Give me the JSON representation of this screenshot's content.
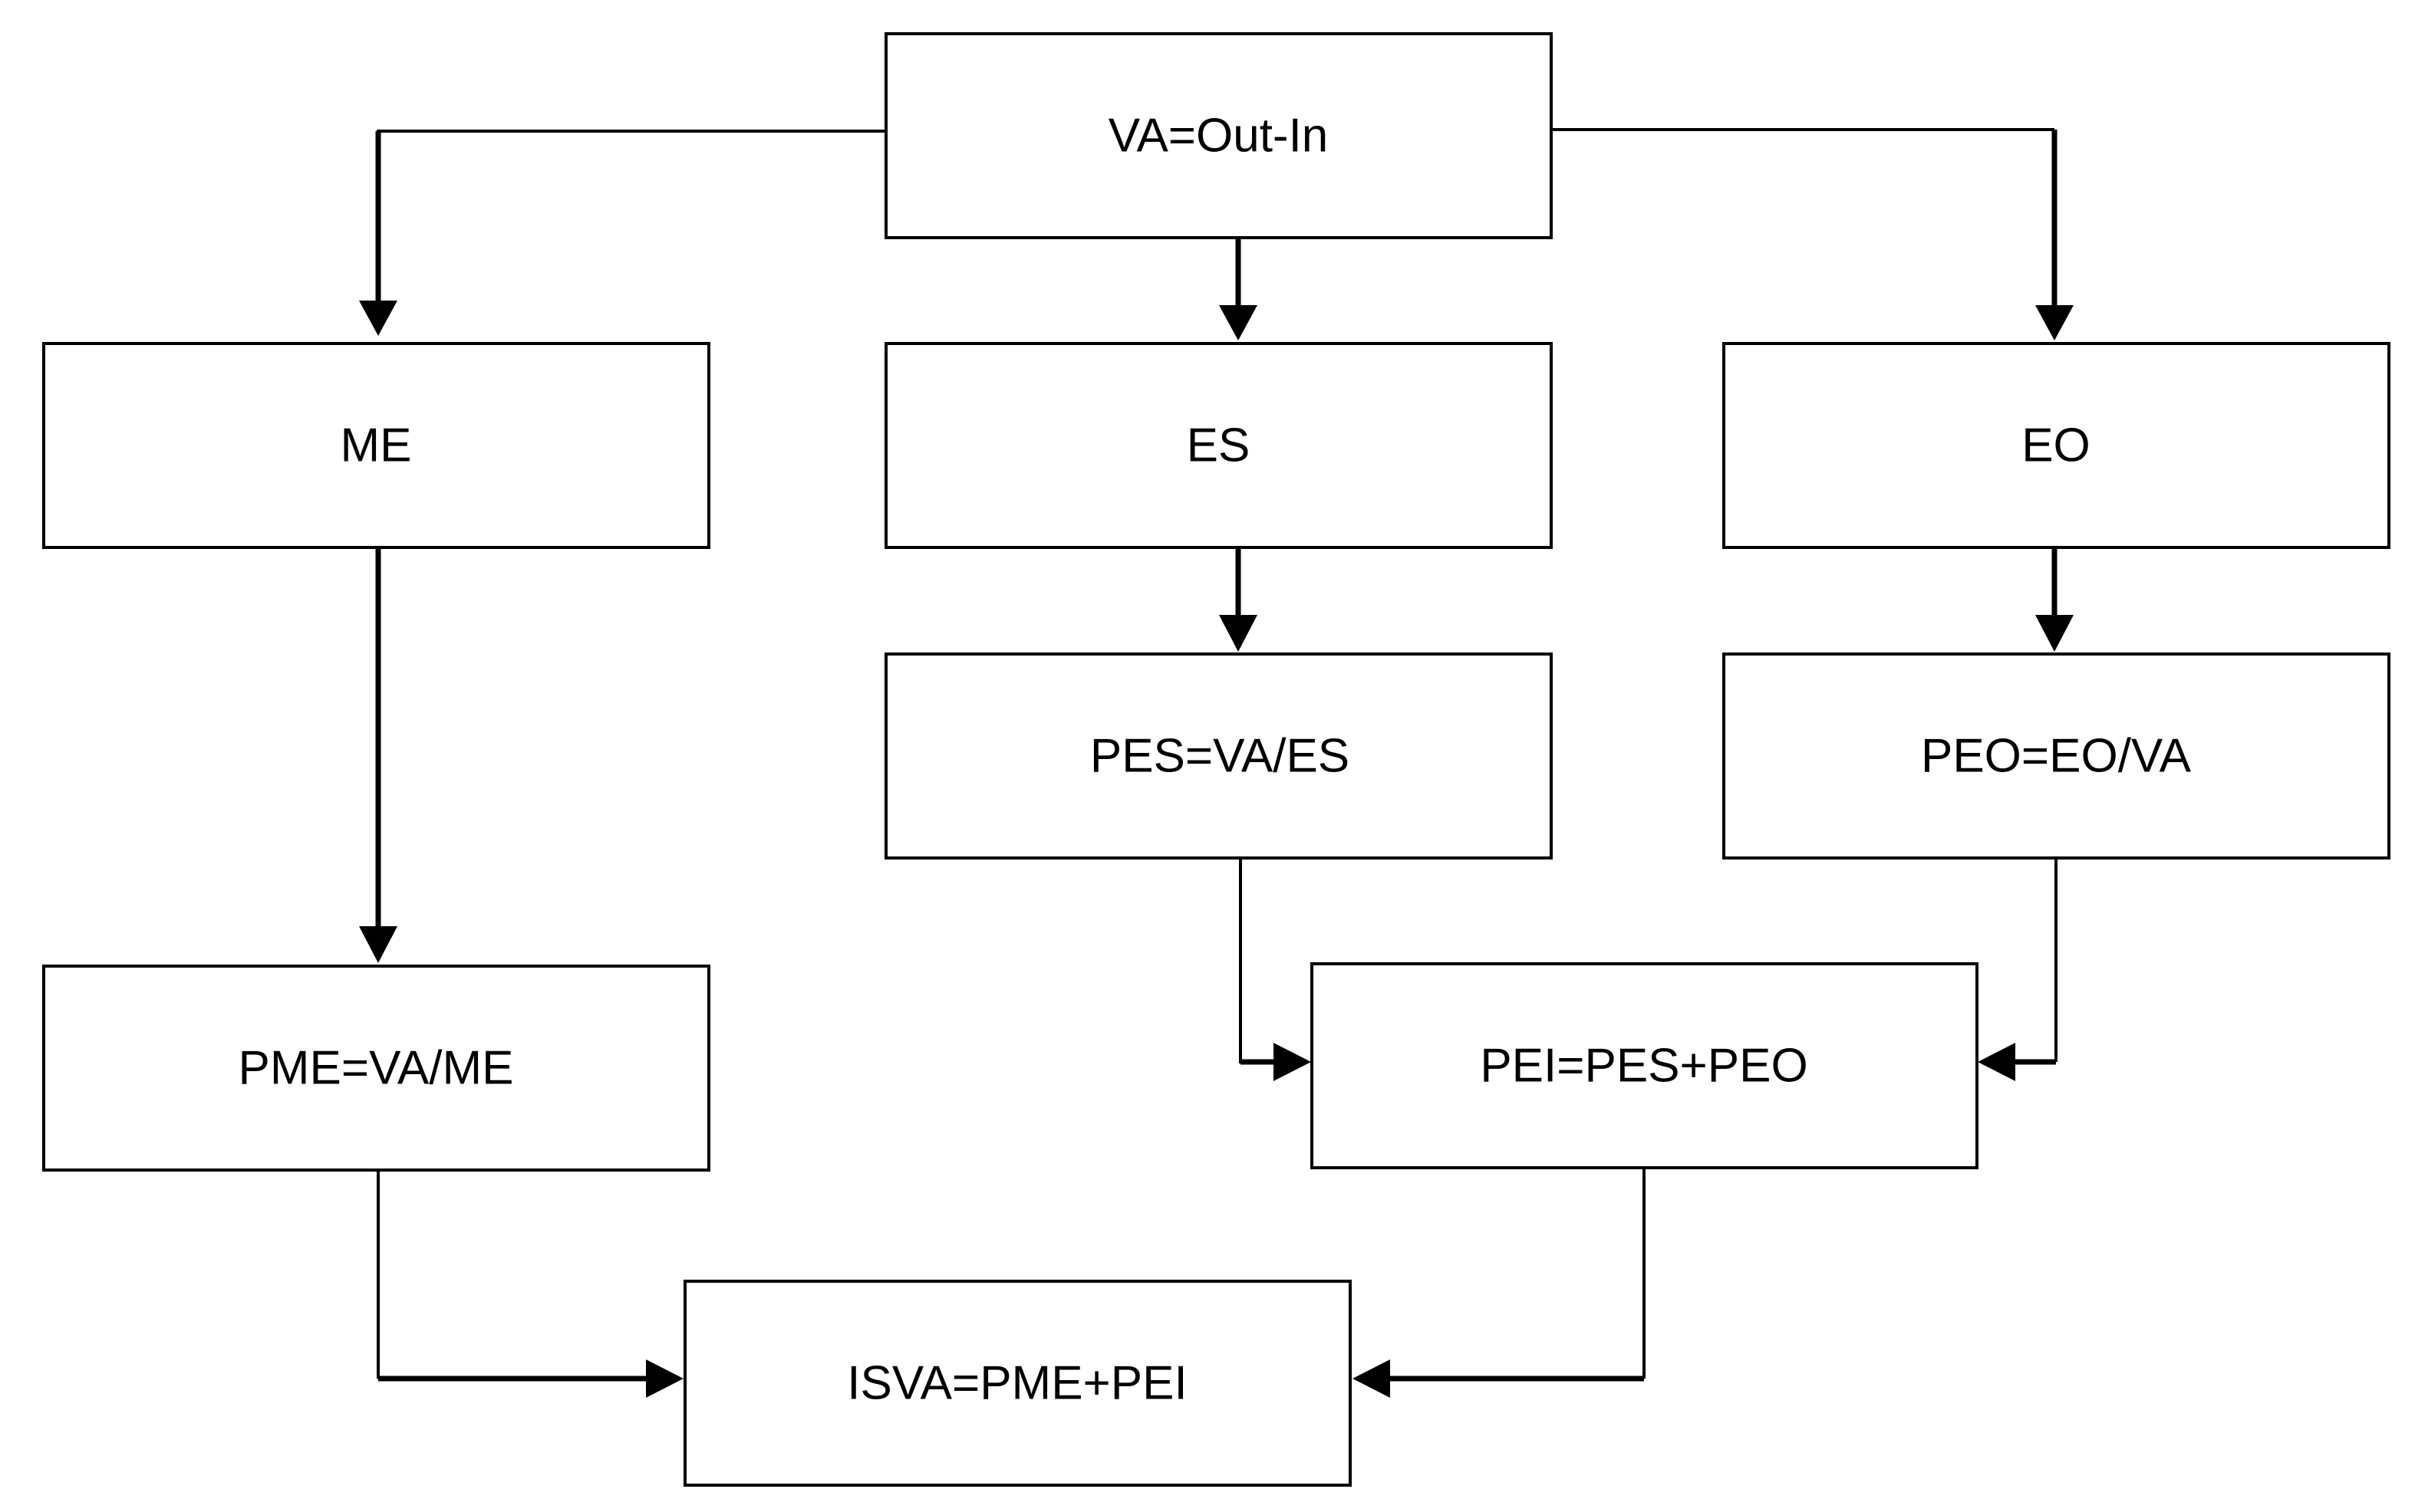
{
  "diagram": {
    "nodes": {
      "va": {
        "label": "VA=Out-In"
      },
      "me": {
        "label": "ME"
      },
      "es": {
        "label": "ES"
      },
      "eo": {
        "label": "EO"
      },
      "pes": {
        "label": "PES=VA/ES"
      },
      "peo": {
        "label": "PEO=EO/VA"
      },
      "pme": {
        "label": "PME=VA/ME"
      },
      "pei": {
        "label": "PEI=PES+PEO"
      },
      "isva": {
        "label": "ISVA=PME+PEI"
      }
    },
    "edges": [
      {
        "from": "va",
        "to": "me"
      },
      {
        "from": "va",
        "to": "es"
      },
      {
        "from": "va",
        "to": "eo"
      },
      {
        "from": "me",
        "to": "pme"
      },
      {
        "from": "es",
        "to": "pes"
      },
      {
        "from": "eo",
        "to": "peo"
      },
      {
        "from": "pes",
        "to": "pei"
      },
      {
        "from": "peo",
        "to": "pei"
      },
      {
        "from": "pme",
        "to": "isva"
      },
      {
        "from": "pei",
        "to": "isva"
      }
    ]
  }
}
